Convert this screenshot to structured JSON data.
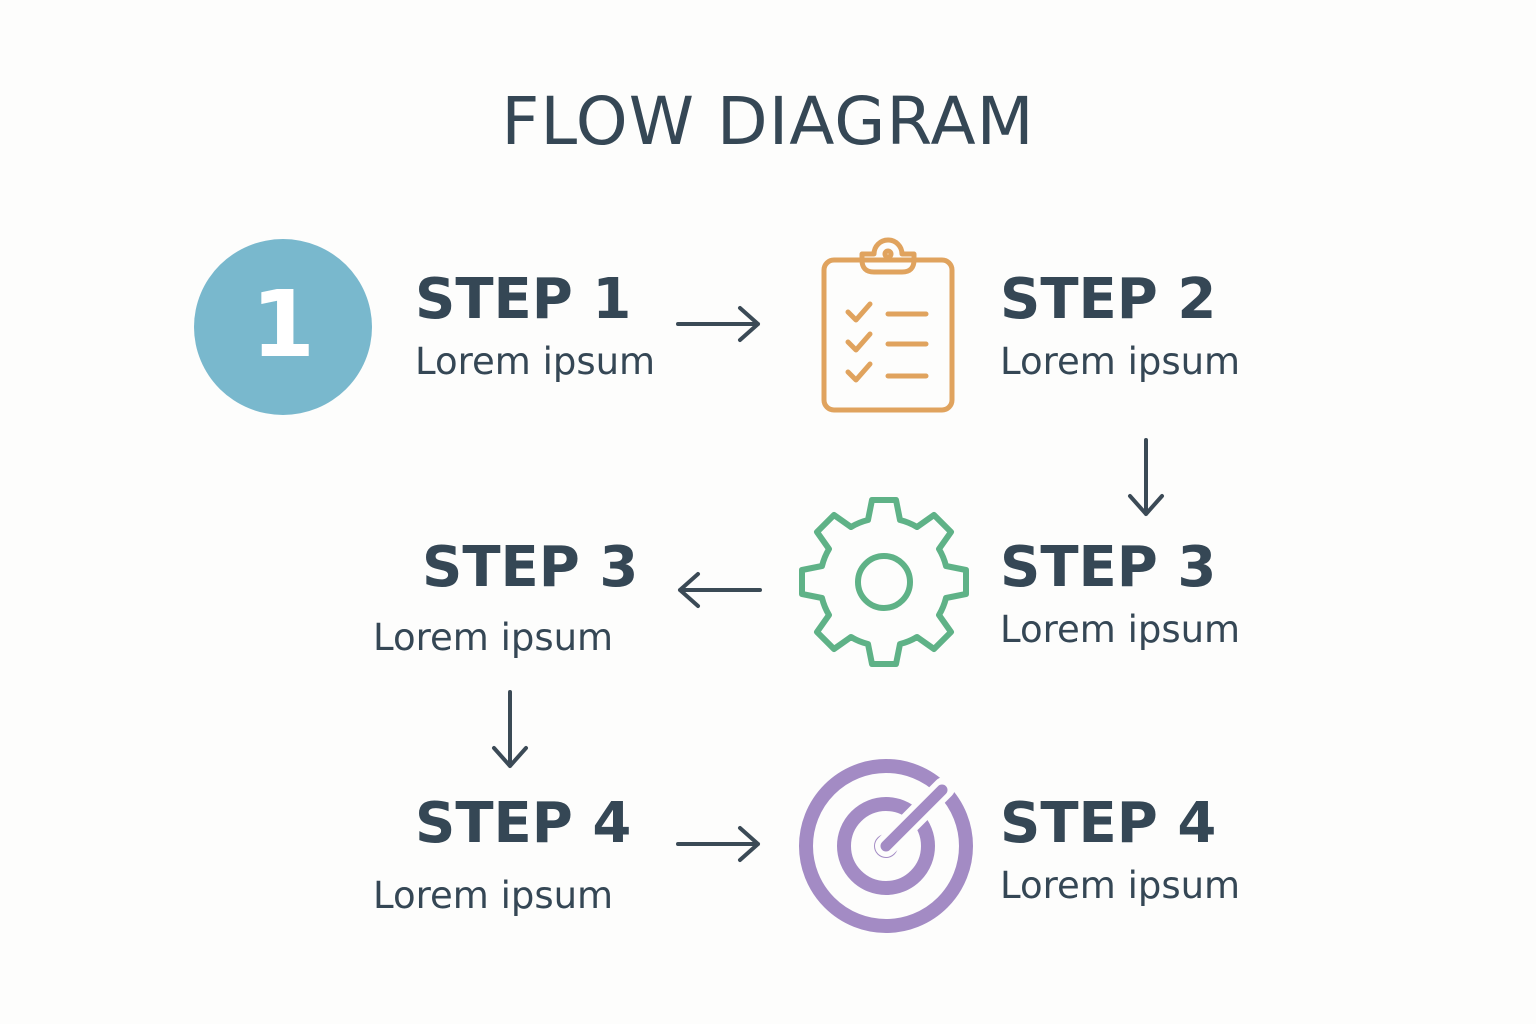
{
  "title": "FLOW DIAGRAM",
  "badge": {
    "number": "1",
    "color": "#79b8cd"
  },
  "steps": [
    {
      "title": "STEP 1",
      "desc": "Lorem ipsum"
    },
    {
      "title": "STEP 2",
      "desc": "Lorem ipsum"
    },
    {
      "title": "STEP 3",
      "desc": "Lorem ipsum"
    },
    {
      "title": "STEP 3",
      "desc": "Lorem ipsum"
    },
    {
      "title": "STEP 4",
      "desc": "Lorem ipsum"
    },
    {
      "title": "STEP 4",
      "desc": "Lorem ipsum"
    }
  ],
  "icons": {
    "clipboard": {
      "name": "clipboard-checklist-icon",
      "color": "#e0a35e"
    },
    "gear": {
      "name": "gear-icon",
      "color": "#5fb287"
    },
    "target": {
      "name": "target-icon",
      "color": "#a38bc4"
    }
  },
  "colors": {
    "text": "#354755",
    "arrow": "#3b4a56"
  }
}
